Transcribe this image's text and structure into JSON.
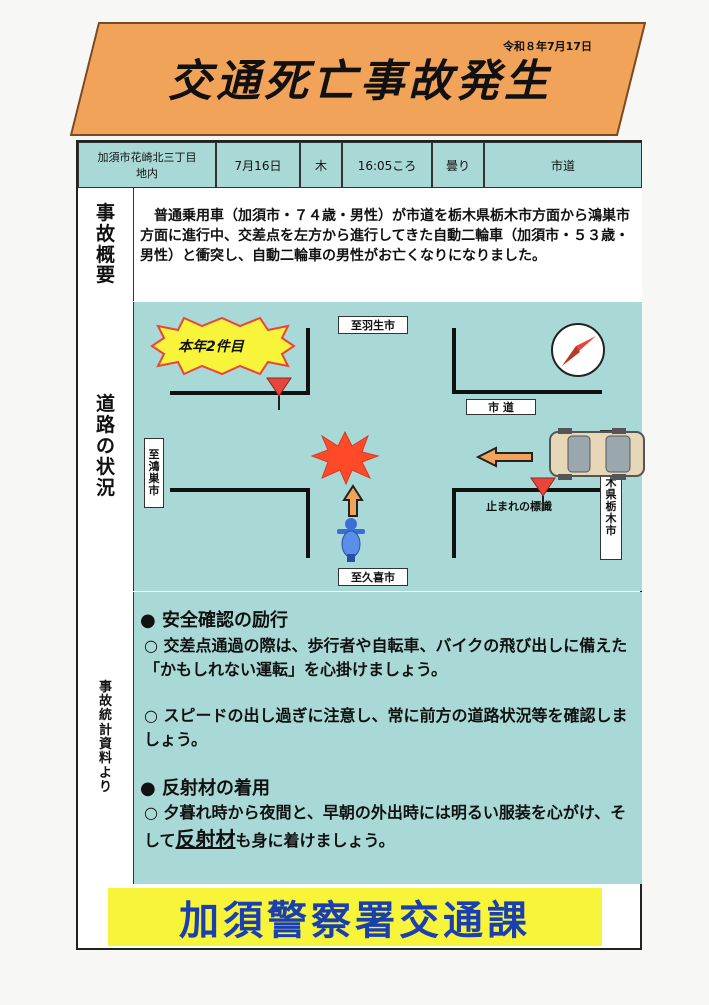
{
  "banner": {
    "date": "令和８年7月17日",
    "title": "交通死亡事故発生"
  },
  "info": {
    "location": "加須市花崎北三丁目\n地内",
    "date": "7月16日",
    "weekday": "木",
    "time": "16:05ころ",
    "weather": "曇り",
    "road_type": "市道"
  },
  "summary": {
    "label": [
      "事",
      "故",
      "概",
      "要"
    ],
    "text": "普通乗用車（加須市・７４歳・男性）が市道を栃木県栃木市方面から鴻巣市方面に進行中、交差点を左方から進行してきた自動二輪車（加須市・５３歳・男性）と衝突し、自動二輪車の男性がお亡くなりになりました。"
  },
  "road": {
    "label": [
      "道",
      "路",
      "の",
      "状",
      "況"
    ],
    "count_badge": "本年2件目",
    "north": "至羽生市",
    "west": [
      "至",
      "鴻",
      "巣",
      "市"
    ],
    "east": [
      "至",
      "栃",
      "木",
      "県",
      "栃",
      "木",
      "市"
    ],
    "south": "至久喜市",
    "road_name": "市 道",
    "stop_sign": "止まれの標識"
  },
  "advice": {
    "label": [
      "事",
      "故",
      "統",
      "計",
      "資",
      "料",
      "よ",
      "り"
    ],
    "h1": "● 安全確認の励行",
    "p1": "○  交差点通過の際は、歩行者や自転車、バイクの飛び出しに備えた「かもしれない運転」を心掛けましょう。",
    "p2": "○ スピードの出し過ぎに注意し、常に前方の道路状況等を確認しましょう。",
    "h2": "● 反射材の着用",
    "p3a": "○  夕暮れ時から夜間と、早朝の外出時には明るい服装を心がけ、そして",
    "p3b": "反射材",
    "p3c": "も身に着けましょう。"
  },
  "footer": {
    "text": "加須警察署交通課"
  },
  "colors": {
    "banner": "#f2a35a",
    "teal": "#a9d9d6",
    "footer": "#f7f43a",
    "footer_text": "#1a3fb0",
    "crash": "#ff4a2a",
    "stop": "#e8453c"
  }
}
